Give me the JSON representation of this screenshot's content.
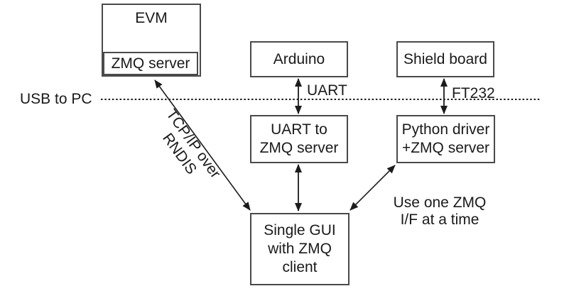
{
  "nodes": {
    "evm": {
      "title": "EVM",
      "subbox": "ZMQ server"
    },
    "arduino": {
      "label": "Arduino"
    },
    "shield_board": {
      "label": "Shield board"
    },
    "uart_zmq": {
      "line1": "UART to",
      "line2": "ZMQ server"
    },
    "python_driver": {
      "line1": "Python driver",
      "line2": "+ZMQ server"
    },
    "single_gui": {
      "line1": "Single GUI",
      "line2": "with ZMQ",
      "line3": "client"
    }
  },
  "edge_labels": {
    "usb_to_pc": "USB to PC",
    "uart": "UART",
    "ft232": "FT232",
    "tcpip": {
      "line1": "TCP/IP over",
      "line2": "RNDIS"
    },
    "note": {
      "line1": "Use one ZMQ",
      "line2": "I/F at a time"
    }
  },
  "colors": {
    "background": "#ffffff",
    "box_border": "#4a4a4a",
    "arrow_line": "#1c1c1c",
    "text": "#1a1a1a"
  }
}
